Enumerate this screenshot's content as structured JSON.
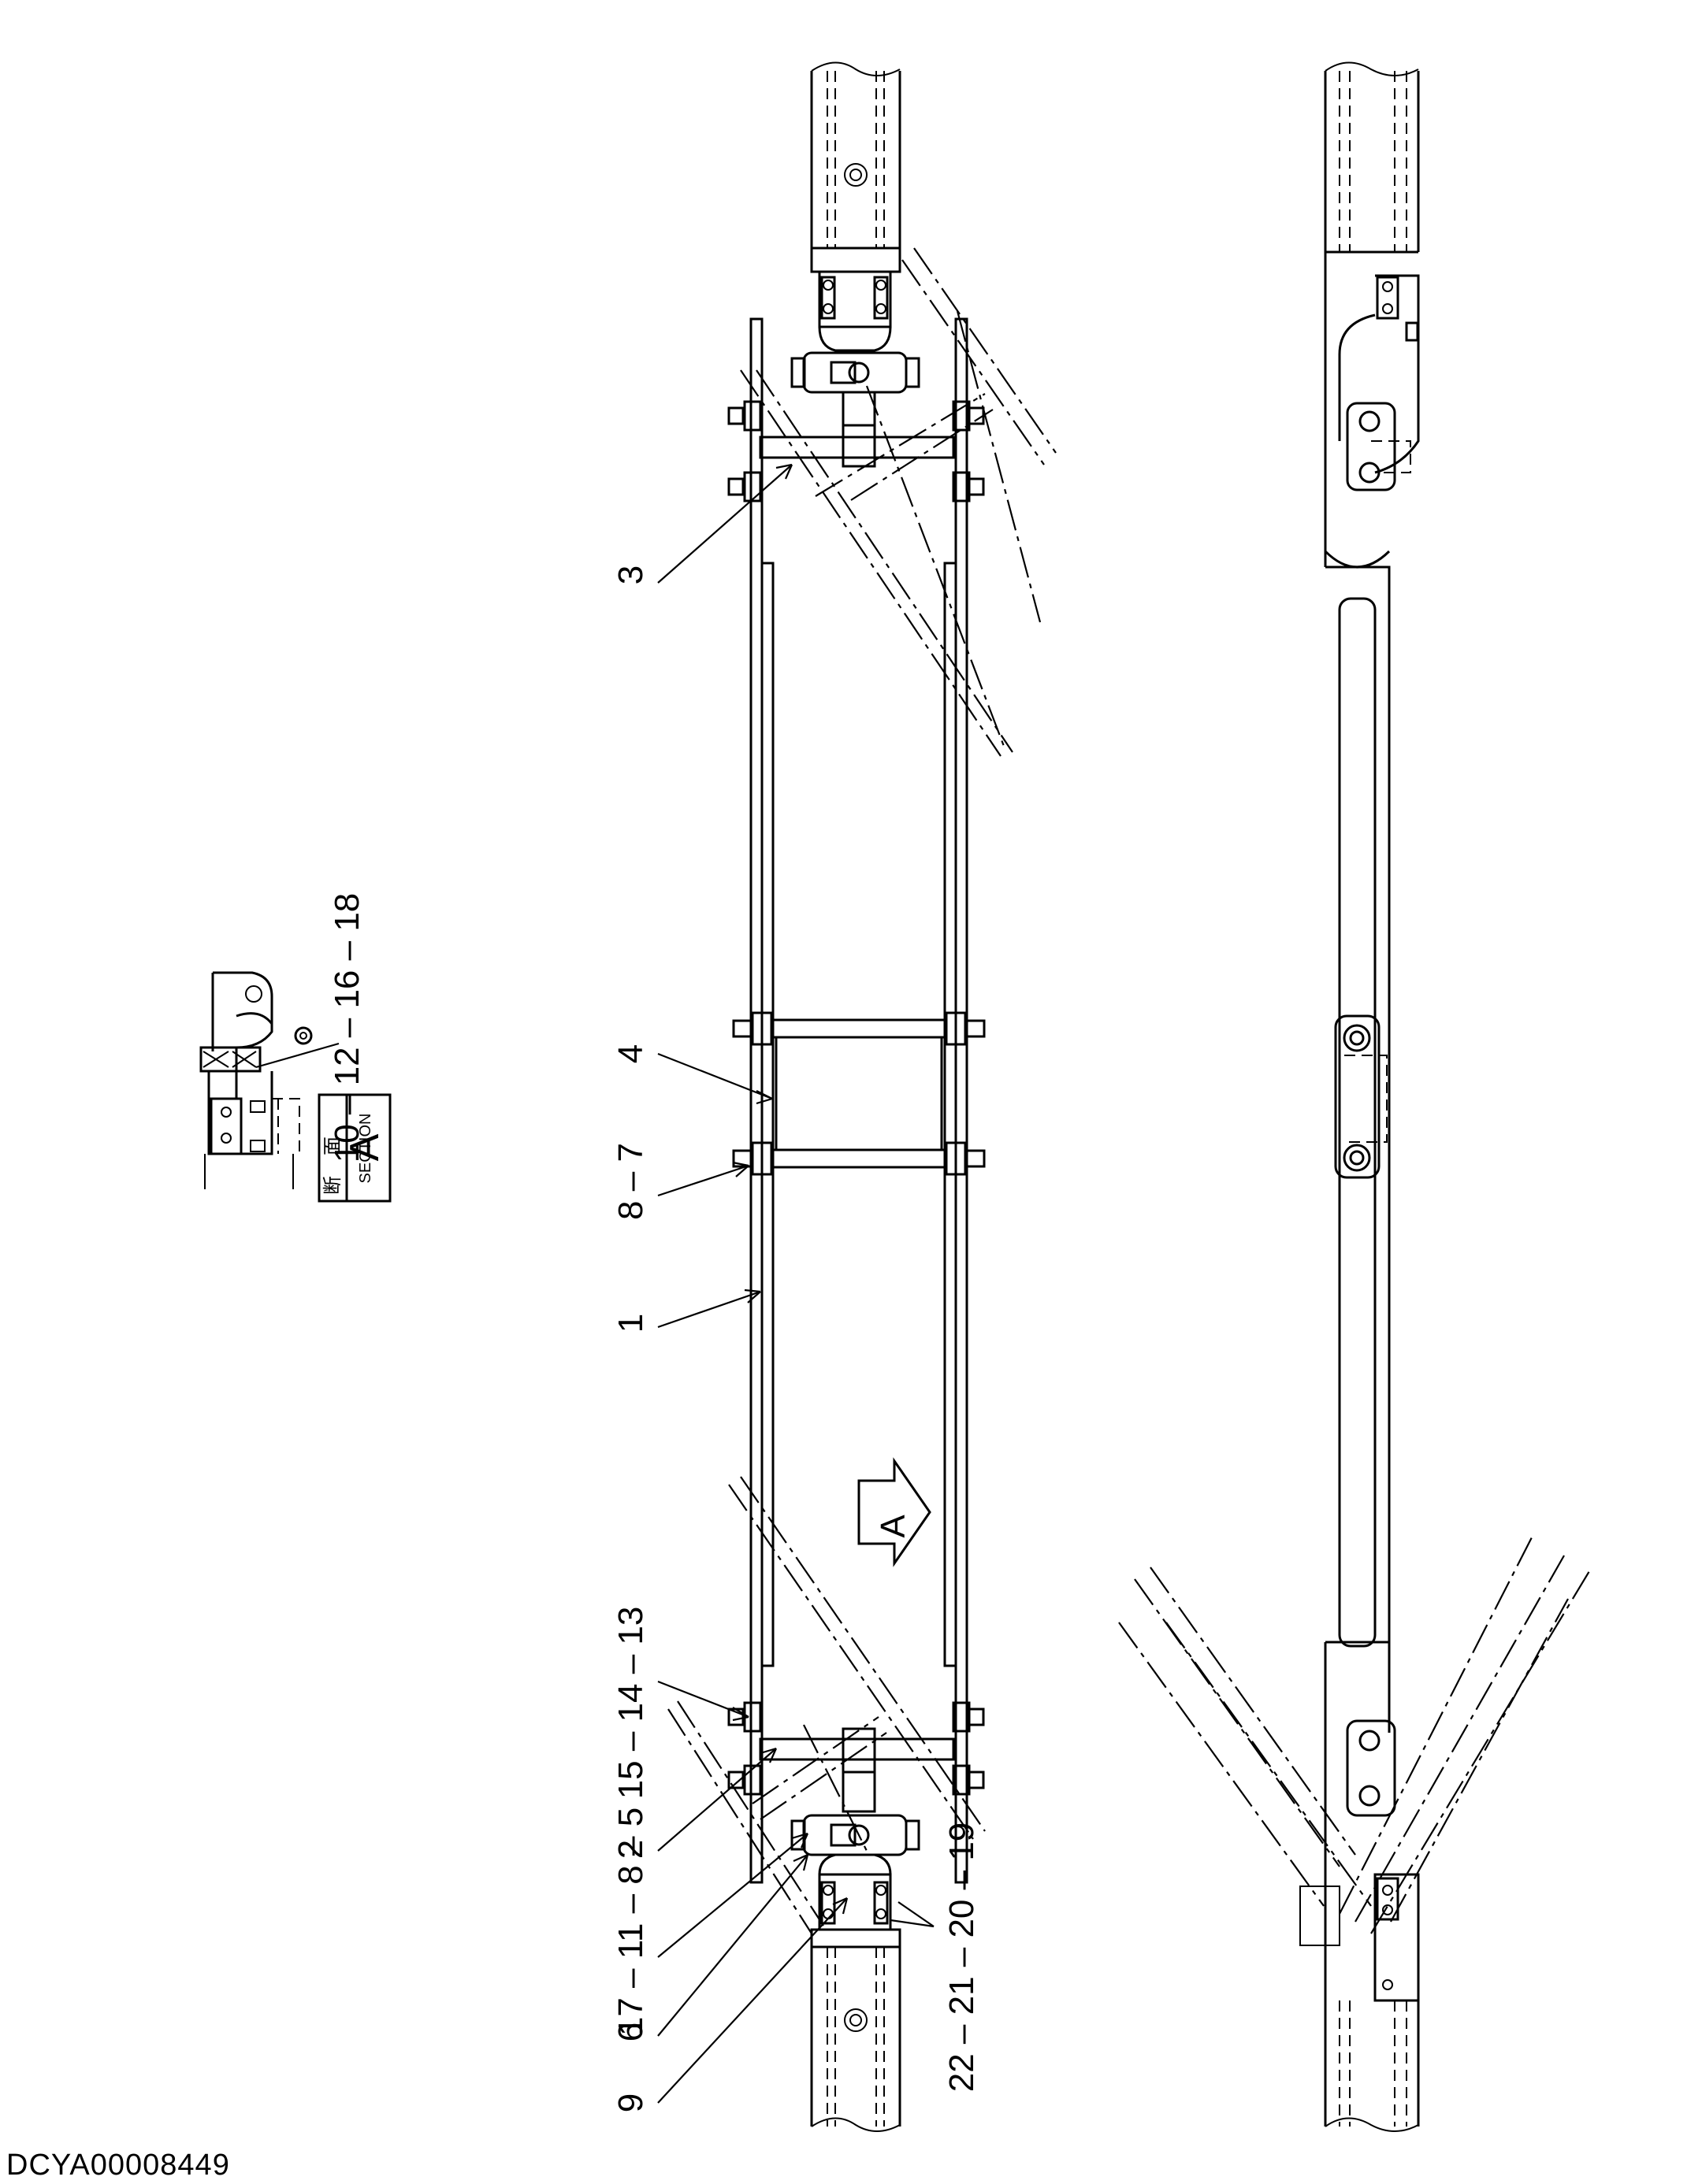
{
  "drawing_id": "DCYA00008449",
  "view_marker": "A",
  "section_label": {
    "kanji_1": "断",
    "kanji_2": "面",
    "english": "SECTION",
    "letter": "A"
  },
  "callouts": {
    "c3": "3",
    "c4": "4",
    "c8_7": "8 – 7",
    "c1": "1",
    "c15_14_13": "15 – 14 – 13",
    "c2": "2",
    "c17_11_8_5": "17 – 11 – 8 – 5",
    "c6": "6",
    "c9": "9",
    "c22_21_20_19": "22 – 21 – 20 – 19",
    "c10_12_16_18": "10 – 12 – 16 – 18"
  }
}
